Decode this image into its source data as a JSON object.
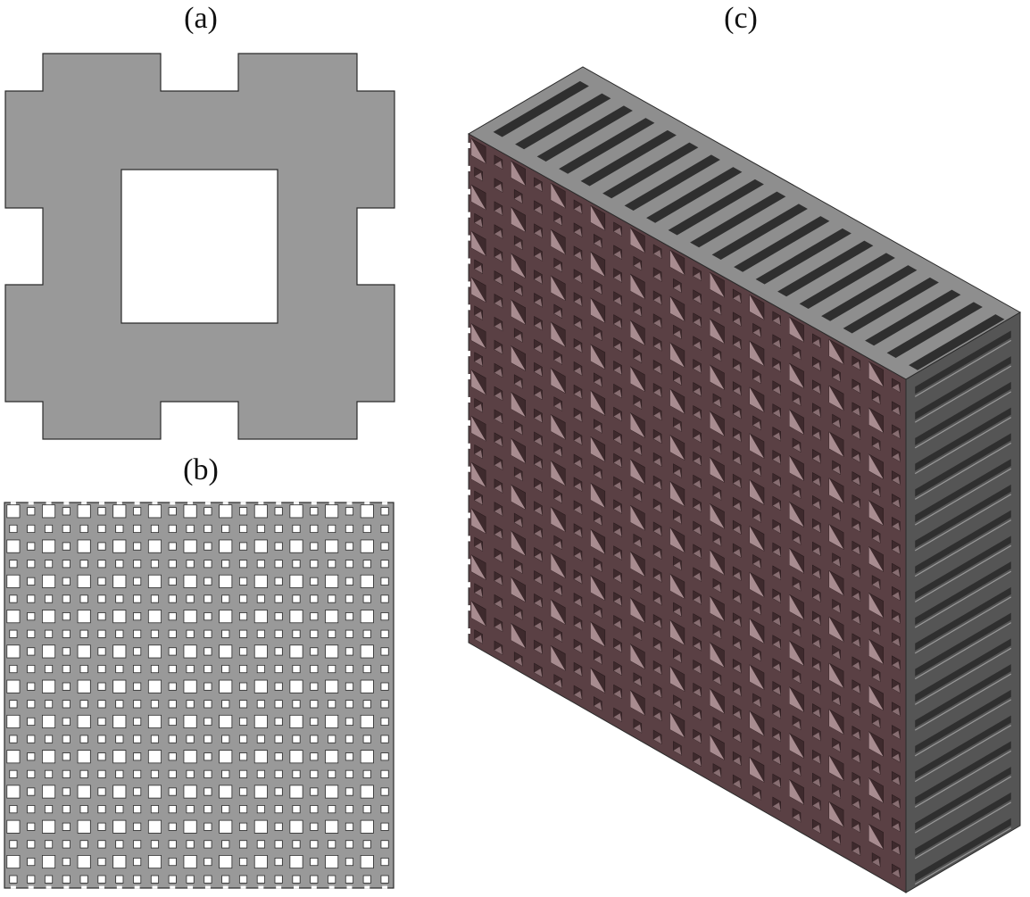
{
  "figure": {
    "panels": [
      {
        "id": "a",
        "label": "(a)"
      },
      {
        "id": "b",
        "label": "(b)"
      },
      {
        "id": "c",
        "label": "(c)"
      }
    ],
    "colors": {
      "unit_cell_fill": "#999999",
      "outline": "#2b2b2b",
      "background": "#ffffff",
      "front_face": "#5a4044",
      "front_face_hole_dark": "#3e2a2d",
      "front_face_hole_light": "#a88c90",
      "top_face": "#8e8e8e",
      "side_face": "#555555",
      "slot_dark": "#2f2f2f"
    },
    "lattice": {
      "columns": 22,
      "rows": 22
    }
  }
}
